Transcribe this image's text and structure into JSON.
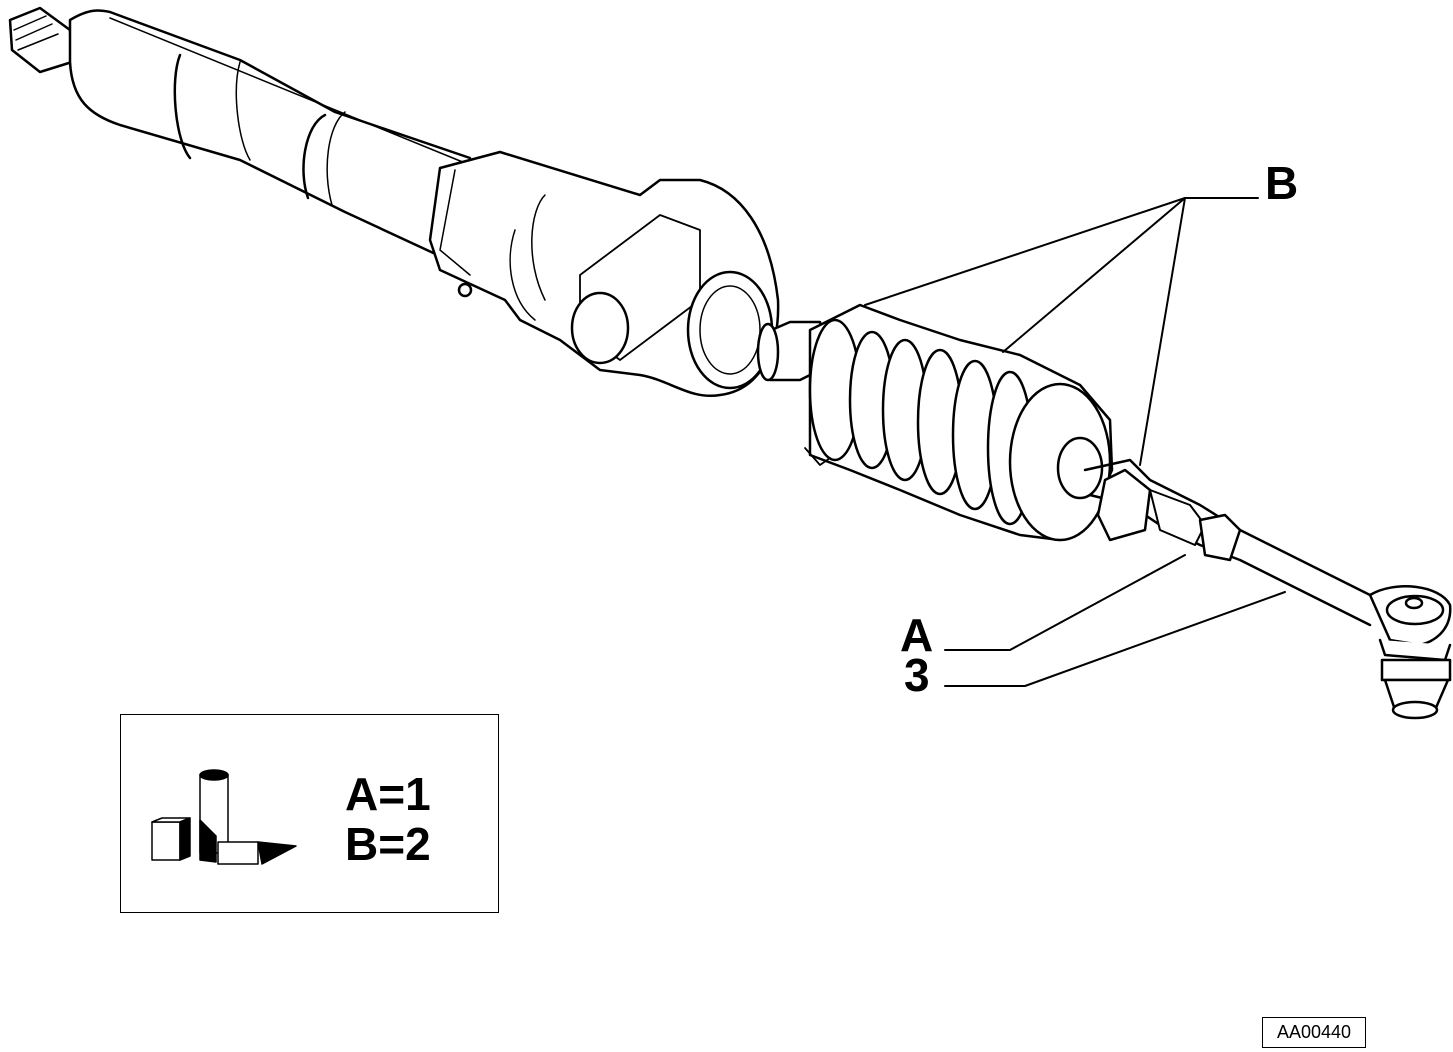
{
  "callouts": {
    "b": "B",
    "a": "A",
    "three": "3"
  },
  "legend": {
    "line_a": "A=1",
    "line_b": "B=2",
    "icon": "torque-wrench-product-icon"
  },
  "reference_code": "AA00440"
}
